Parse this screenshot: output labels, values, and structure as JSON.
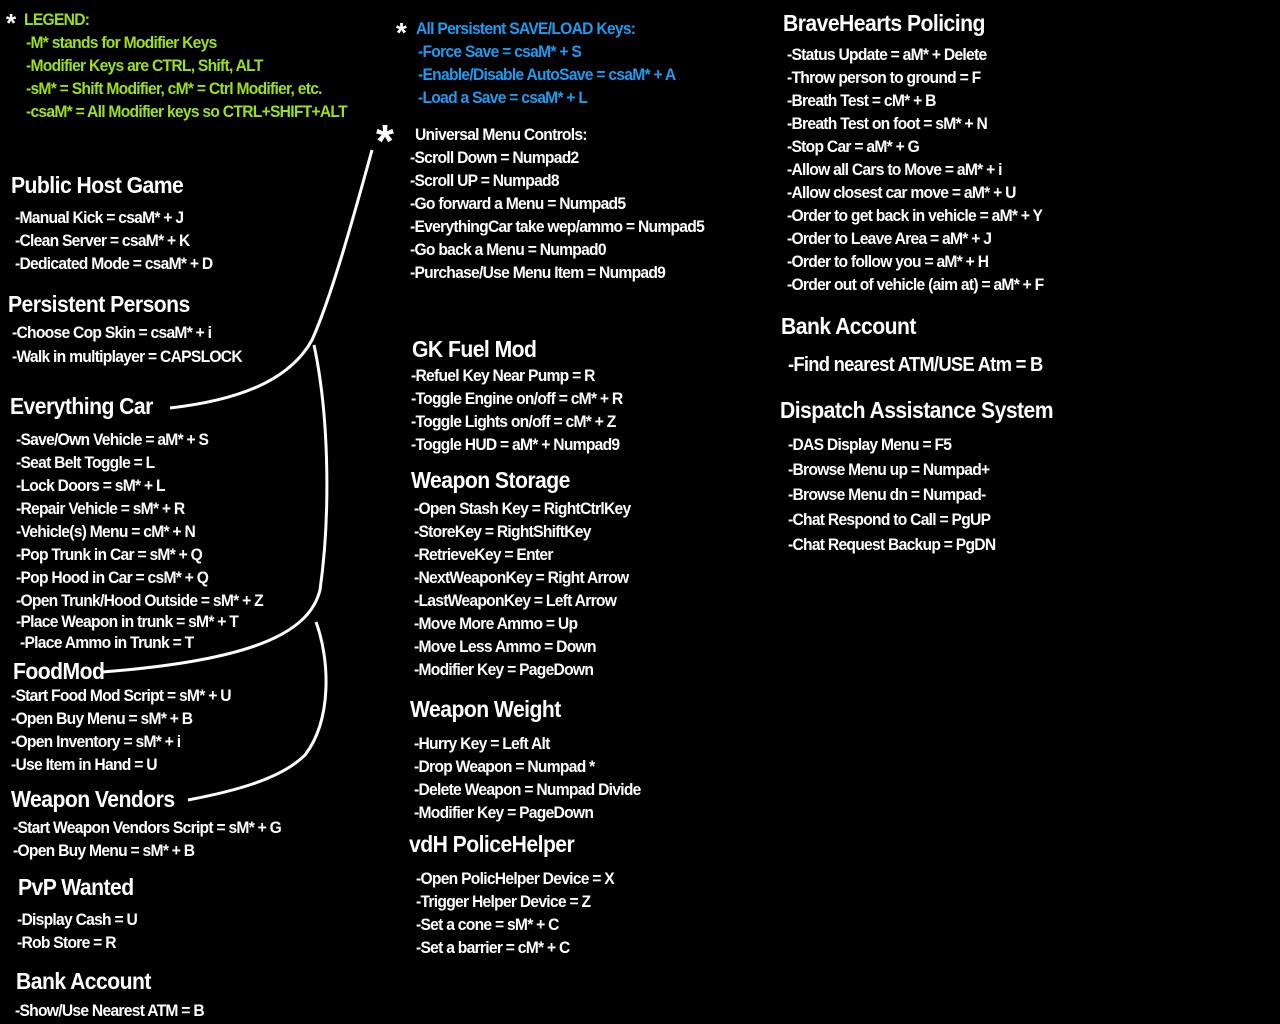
{
  "legend": {
    "title": "LEGEND:",
    "lines": [
      "-M* stands for Modifier Keys",
      "-Modifier Keys are CTRL, Shift, ALT",
      "-sM* = Shift Modifier, cM* = Ctrl Modifier,  etc.",
      "-csaM*  = All Modifier keys so  CTRL+SHIFT+ALT"
    ]
  },
  "persistent_keys": {
    "title": "All Persistent SAVE/LOAD Keys:",
    "lines": [
      "-Force Save = csaM* + S",
      "-Enable/Disable AutoSave = csaM* + A",
      "-Load a Save = csaM* + L"
    ]
  },
  "universal_menu": {
    "title": "Universal Menu Controls:",
    "lines": [
      "-Scroll Down = Numpad2",
      "-Scroll UP = Numpad8",
      "-Go forward a Menu = Numpad5",
      "-EverythingCar take wep/ammo =  Numpad5",
      "-Go back a Menu = Numpad0",
      "-Purchase/Use Menu Item =  Numpad9"
    ]
  },
  "public_host": {
    "title": "Public Host Game",
    "lines": [
      "-Manual Kick = csaM* + J",
      "-Clean Server = csaM* + K",
      "-Dedicated Mode = csaM* + D"
    ]
  },
  "persistent_persons": {
    "title": "Persistent Persons",
    "lines": [
      "-Choose Cop Skin = csaM* + i",
      "-Walk in multiplayer = CAPSLOCK"
    ]
  },
  "everything_car": {
    "title": "Everything Car",
    "lines": [
      "-Save/Own Vehicle = aM* + S",
      "-Seat Belt Toggle = L",
      "-Lock Doors = sM* + L",
      "-Repair Vehicle = sM* + R",
      "-Vehicle(s) Menu = cM* + N",
      "-Pop Trunk in Car = sM* + Q",
      "-Pop Hood in Car = csM* + Q",
      "-Open Trunk/Hood Outside = sM* + Z",
      "-Place Weapon in trunk = sM* + T",
      "-Place Ammo in Trunk = T"
    ]
  },
  "food_mod": {
    "title": "FoodMod",
    "lines": [
      "-Start Food Mod Script = sM* + U",
      "-Open Buy Menu = sM* + B",
      "-Open Inventory = sM* + i",
      "-Use Item in Hand = U"
    ]
  },
  "weapon_vendors": {
    "title": "Weapon Vendors",
    "lines": [
      "-Start Weapon Vendors Script = sM* + G",
      "-Open Buy Menu = sM* + B"
    ]
  },
  "pvp_wanted": {
    "title": "PvP Wanted",
    "lines": [
      "-Display Cash = U",
      "-Rob Store = R"
    ]
  },
  "bank_account_left": {
    "title": "Bank Account",
    "lines": [
      "-Show/Use Nearest ATM = B"
    ]
  },
  "gk_fuel": {
    "title": "GK Fuel Mod",
    "lines": [
      "-Refuel Key Near Pump = R",
      "-Toggle Engine on/off = cM* + R",
      "-Toggle Lights on/off = cM* + Z",
      "-Toggle HUD = aM* + Numpad9"
    ]
  },
  "weapon_storage": {
    "title": "Weapon Storage",
    "lines": [
      "-Open Stash Key = RightCtrlKey",
      "-StoreKey = RightShiftKey",
      "-RetrieveKey = Enter",
      "-NextWeaponKey = Right Arrow",
      "-LastWeaponKey = Left Arrow",
      "-Move More Ammo = Up",
      "-Move Less Ammo = Down",
      "-Modifier Key = PageDown"
    ]
  },
  "weapon_weight": {
    "title": "Weapon Weight",
    "lines": [
      "-Hurry Key = Left Alt",
      "-Drop Weapon =  Numpad *",
      "-Delete Weapon = Numpad Divide",
      "-Modifier Key = PageDown"
    ]
  },
  "police_helper": {
    "title": "vdH PoliceHelper",
    "lines": [
      "-Open PolicHelper Device = X",
      "-Trigger Helper Device = Z",
      "-Set a cone = sM* + C",
      "-Set a barrier = cM* + C"
    ]
  },
  "bravehearts": {
    "title": "BraveHearts Policing",
    "lines": [
      "-Status Update = aM* + Delete",
      "-Throw person to ground = F",
      "-Breath Test = cM* + B",
      "-Breath Test on foot = sM* + N",
      "-Stop Car = aM* + G",
      "-Allow all Cars to Move = aM* + i",
      "-Allow closest car move = aM* + U",
      "-Order to get back in vehicle = aM* + Y",
      "-Order to Leave Area = aM* + J",
      "-Order to follow you = aM* + H",
      "-Order out of vehicle (aim at) = aM* + F"
    ]
  },
  "bank_account_right": {
    "title": "Bank Account",
    "lines": [
      "-Find nearest ATM/USE Atm = B"
    ]
  },
  "dispatch": {
    "title": "Dispatch Assistance System",
    "lines": [
      "-DAS Display Menu = F5",
      "-Browse Menu up = Numpad+",
      "-Browse Menu dn = Numpad-",
      "-Chat Respond to Call = PgUP",
      "-Chat Request Backup = PgDN"
    ]
  },
  "colors": {
    "background": "#000000",
    "text": "#FFFFFF",
    "legend": "#9BE01F",
    "persistent": "#1E9BF0"
  }
}
